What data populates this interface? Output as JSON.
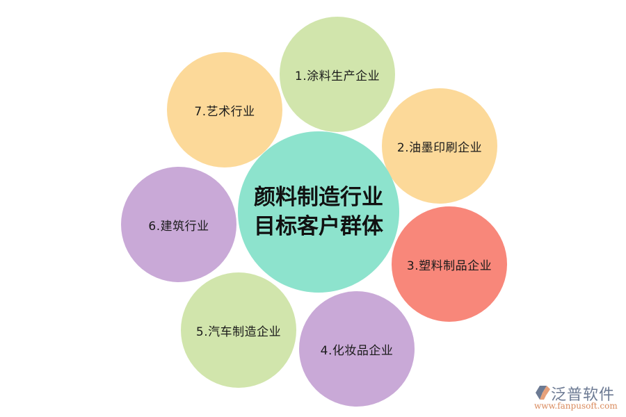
{
  "diagram": {
    "center": {
      "line1": "颜料制造行业",
      "line2": "目标客户群体",
      "color": "#8de3cd"
    },
    "items": [
      {
        "label": "1.涂料生产企业",
        "color": "#d1e5ac"
      },
      {
        "label": "2.油墨印刷企业",
        "color": "#fcd999"
      },
      {
        "label": "3.塑料制品企业",
        "color": "#f8877a"
      },
      {
        "label": "4.化妆品企业",
        "color": "#c9a9d7"
      },
      {
        "label": "5.汽车制造企业",
        "color": "#d1e5ac"
      },
      {
        "label": "6.建筑行业",
        "color": "#c9a9d7"
      },
      {
        "label": "7.艺术行业",
        "color": "#fcd999"
      }
    ]
  },
  "watermark": {
    "brand": "泛普软件",
    "url": "www.fanpusoft.com"
  }
}
